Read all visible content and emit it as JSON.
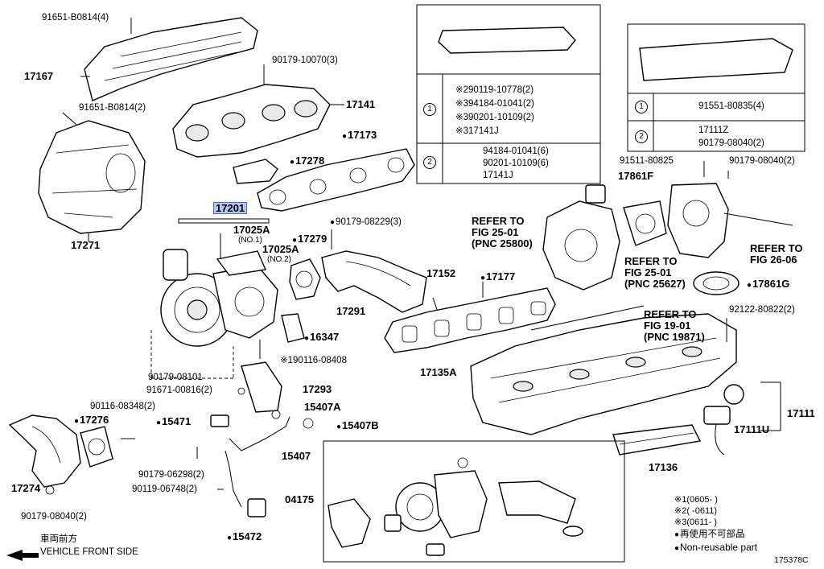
{
  "diagram_code": "175378C",
  "callouts": {
    "c91651a": "91651-B0814(4)",
    "c17167": "17167",
    "c90179_10070": "90179-10070(3)",
    "c91651b": "91651-B0814(2)",
    "c17141": "17141",
    "c17173": "17173",
    "c17278": "17278",
    "c17271": "17271",
    "c17201": "17201",
    "c17025a1": "17025A",
    "c17025a1s": "(NO.1)",
    "c17025a2": "17025A",
    "c17025a2s": "(NO.2)",
    "c17279": "17279",
    "c90179_08229": "90179-08229(3)",
    "c17152": "17152",
    "c17177": "17177",
    "c17291": "17291",
    "c16347": "16347",
    "c190116": "※190116-08408",
    "c90179_08101": "90179-08101",
    "c91671": "91671-00816(2)",
    "c17293": "17293",
    "c90116_08348": "90116-08348(2)",
    "c17276": "17276",
    "c15471": "15471",
    "c15407a": "15407A",
    "c15407b": "15407B",
    "c15407": "15407",
    "c90179_06298": "90179-06298(2)",
    "c90119_06748": "90119-06748(2)",
    "c17274": "17274",
    "c90179_08040a": "90179-08040(2)",
    "c15472": "15472",
    "c04175": "04175",
    "c17135a": "17135A",
    "c17136": "17136",
    "c17111u": "17111U",
    "c17111": "17111",
    "c92122": "92122-80822(2)",
    "c91511": "91511-80825",
    "c90179_08040b": "90179-08040(2)",
    "c17861f": "17861F",
    "c17861g": "17861G"
  },
  "refers": {
    "r1a": "REFER TO",
    "r1b": "FIG 25-01",
    "r1c": "(PNC 25800)",
    "r2a": "REFER TO",
    "r2b": "FIG 25-01",
    "r2c": "(PNC 25627)",
    "r3a": "REFER TO",
    "r3b": "FIG 19-01",
    "r3c": "(PNC 19871)",
    "r4a": "REFER TO",
    "r4b": "FIG 26-06"
  },
  "table_left": {
    "row1_no": "1",
    "row1_lines": [
      "※290119-10778(2)",
      "※394184-01041(2)",
      "※390201-10109(2)",
      "※317141J"
    ],
    "row2_no": "2",
    "row2_lines": [
      "94184-01041(6)",
      "90201-10109(6)",
      "17141J"
    ]
  },
  "table_right": {
    "row1_no": "1",
    "row1_lines": [
      "91551-80835(4)"
    ],
    "row2_no": "2",
    "row2_lines": [
      "17111Z",
      "90179-08040(2)"
    ]
  },
  "legend": {
    "n1": "※1(0605-      )",
    "n2": "※2(      -0611)",
    "n3": "※3(0611-      )",
    "jp_nonreuse": "再使用不可部品",
    "nonreuse": "Non-reusable part"
  },
  "direction": {
    "jp": "車両前方",
    "en": "VEHICLE FRONT SIDE"
  }
}
